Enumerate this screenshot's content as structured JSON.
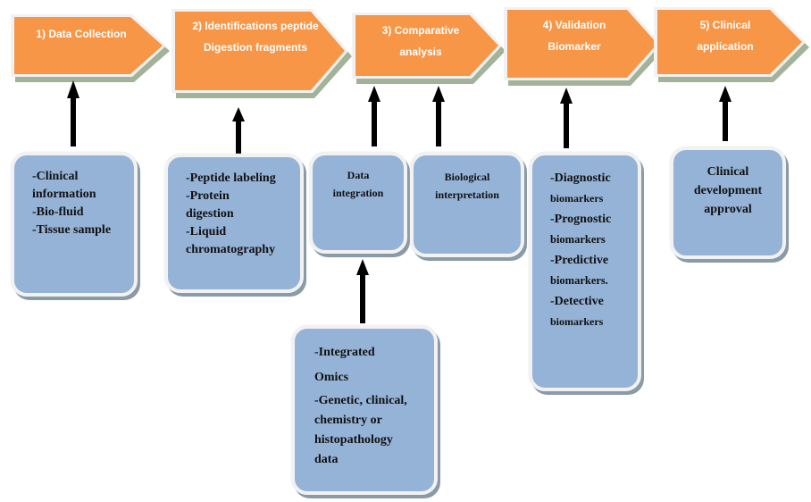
{
  "steps": [
    {
      "lines": [
        "1) Data Collection"
      ]
    },
    {
      "lines": [
        "2) Identifications peptide",
        "Digestion fragments"
      ]
    },
    {
      "lines": [
        "3) Comparative",
        "analysis"
      ]
    },
    {
      "lines": [
        "4) Validation",
        "Biomarker"
      ]
    },
    {
      "lines": [
        "5) Clinical",
        "application"
      ]
    }
  ],
  "boxes": {
    "collection": [
      "-Clinical",
      "information",
      "-Bio-fluid",
      "-Tissue sample"
    ],
    "identification": [
      "-Peptide labeling",
      "-Protein",
      "digestion",
      "-Liquid",
      "chromatography"
    ],
    "data_integration": [
      "Data",
      "integration"
    ],
    "biological": [
      "Biological",
      "interpretation"
    ],
    "validation": [
      "-Diagnostic",
      "biomarkers",
      "-Prognostic",
      "biomarkers",
      "-Predictive",
      "biomarkers.",
      "-Detective",
      "biomarkers"
    ],
    "clinical": [
      "Clinical",
      "development",
      "approval"
    ],
    "omics": [
      "-Integrated",
      "Omics",
      "-Genetic, clinical,",
      "chemistry or",
      "histopathology",
      "data"
    ]
  },
  "colors": {
    "chevron_fill": "#f79646",
    "box_fill": "#95b3d7",
    "arrow": "#000000"
  }
}
